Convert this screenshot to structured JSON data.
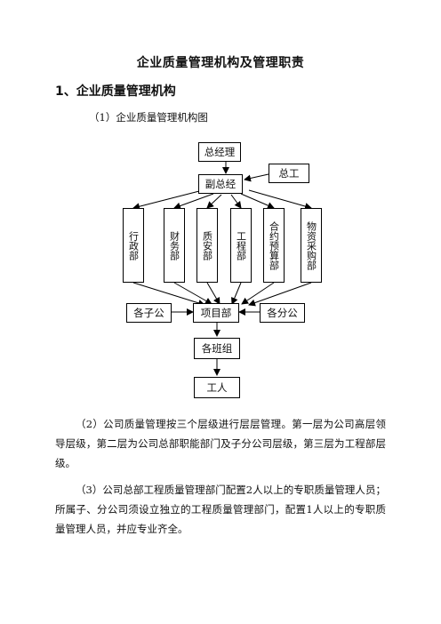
{
  "document": {
    "title": "企业质量管理机构及管理职责",
    "section_heading": "1、企业质量管理机构",
    "sub_heading": "（1）企业质量管理机构图",
    "paragraph_2": "（2）公司质量管理按三个层级进行层层管理。第一层为公司高层领导层级，第二层为公司总部职能部门及子分公司层级，第三层为工程部层级。",
    "paragraph_3": "（3）公司总部工程质量管理部门配置2人以上的专职质量管理人员；所属子、分公司须设立独立的工程质量管理部门，配置1人以上的专职质量管理人员，并应专业齐全。"
  },
  "org_chart": {
    "general_manager": "总经理",
    "chief_engineer": "总工",
    "deputy_general_manager": "副总经",
    "departments": [
      "行政部",
      "财务部",
      "质安部",
      "工程部",
      "合约预算部",
      "物资采购部"
    ],
    "subsidiaries": "各子公",
    "project_department": "项目部",
    "branches": "各分公",
    "teams": "各班组",
    "workers": "工人"
  }
}
